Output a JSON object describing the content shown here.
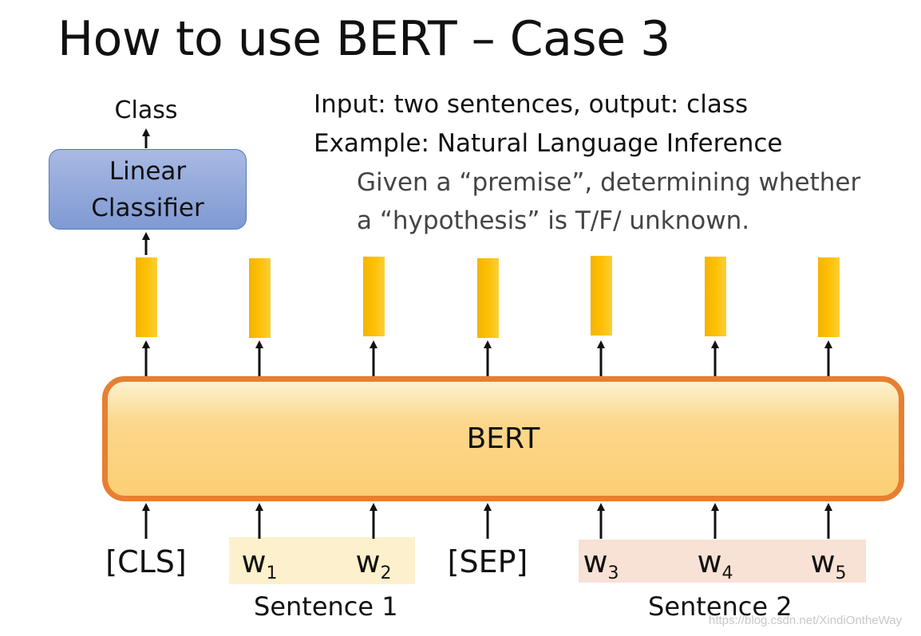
{
  "title": "How to use BERT – Case 3",
  "info": {
    "line1": "Input: two sentences, output: class",
    "line2": "Example: Natural Language Inference",
    "detail1": "Given a “premise”, determining whether",
    "detail2": "a “hypothesis” is T/F/ unknown."
  },
  "output": {
    "class_label": "Class",
    "classifier_line1": "Linear",
    "classifier_line2": "Classifier"
  },
  "bert_label": "BERT",
  "tokens": [
    {
      "text": "[CLS]",
      "sub": ""
    },
    {
      "text": "w",
      "sub": "1"
    },
    {
      "text": "w",
      "sub": "2"
    },
    {
      "text": "[SEP]",
      "sub": ""
    },
    {
      "text": "w",
      "sub": "3"
    },
    {
      "text": "w",
      "sub": "4"
    },
    {
      "text": "w",
      "sub": "5"
    }
  ],
  "segments": {
    "sentence1": "Sentence 1",
    "sentence2": "Sentence 2"
  },
  "watermark": "https://blog.csdn.net/XindiOntheWay",
  "colors": {
    "bert_border": "#e77f31",
    "bert_fill": "#fbcf74",
    "vector_fill": "#ffc107",
    "classifier_fill": "#8ea6db",
    "sentence1_highlight": "#fdf0cc",
    "sentence2_highlight": "#f8e1d5"
  }
}
